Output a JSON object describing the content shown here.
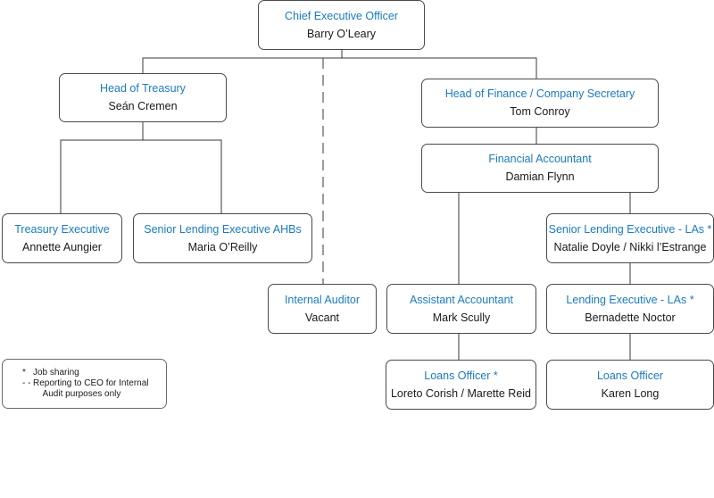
{
  "chart": {
    "nodes": {
      "ceo": {
        "role": "Chief Executive Officer",
        "name": "Barry O’Leary"
      },
      "treasury_head": {
        "role": "Head of Treasury",
        "name": "Seán Cremen"
      },
      "finance_head": {
        "role": "Head of Finance / Company Secretary",
        "name": "Tom Conroy"
      },
      "financial_accountant": {
        "role": "Financial Accountant",
        "name": "Damian Flynn"
      },
      "treasury_exec": {
        "role": "Treasury Executive",
        "name": "Annette Aungier"
      },
      "senior_lending_ahbs": {
        "role": "Senior Lending Executive AHBs",
        "name": "Maria O’Reilly"
      },
      "senior_lending_las": {
        "role": "Senior Lending Executive - LAs *",
        "name": "Natalie Doyle / Nikki l’Estrange"
      },
      "internal_auditor": {
        "role": "Internal Auditor",
        "name": "Vacant"
      },
      "assistant_accountant": {
        "role": "Assistant Accountant",
        "name": "Mark Scully"
      },
      "lending_exec_las": {
        "role": "Lending Executive - LAs *",
        "name": "Bernadette Noctor"
      },
      "loans_officer_1": {
        "role": "Loans Officer *",
        "name": "Loreto Corish / Marette Reid"
      },
      "loans_officer_2": {
        "role": "Loans Officer",
        "name": "Karen Long"
      }
    },
    "edges": [
      {
        "from": "ceo",
        "to": "treasury_head",
        "style": "solid"
      },
      {
        "from": "ceo",
        "to": "finance_head",
        "style": "solid"
      },
      {
        "from": "ceo",
        "to": "internal_auditor",
        "style": "dashed"
      },
      {
        "from": "treasury_head",
        "to": "treasury_exec",
        "style": "solid"
      },
      {
        "from": "treasury_head",
        "to": "senior_lending_ahbs",
        "style": "solid"
      },
      {
        "from": "finance_head",
        "to": "financial_accountant",
        "style": "solid"
      },
      {
        "from": "financial_accountant",
        "to": "assistant_accountant",
        "style": "solid"
      },
      {
        "from": "financial_accountant",
        "to": "senior_lending_las",
        "style": "solid"
      },
      {
        "from": "assistant_accountant",
        "to": "loans_officer_1",
        "style": "solid"
      },
      {
        "from": "senior_lending_las",
        "to": "lending_exec_las",
        "style": "solid"
      },
      {
        "from": "lending_exec_las",
        "to": "loans_officer_2",
        "style": "solid"
      }
    ]
  },
  "legend": {
    "job_sharing": {
      "symbol": "*",
      "text": "Job sharing"
    },
    "dashed_reporting": {
      "symbol": "- -",
      "text": "Reporting to CEO for Internal\n    Audit purposes only"
    }
  },
  "colors": {
    "role_text": "#1a7bc0",
    "name_text": "#1a1a1a",
    "border": "#4a4a4a",
    "connector": "#3a3a3a"
  }
}
